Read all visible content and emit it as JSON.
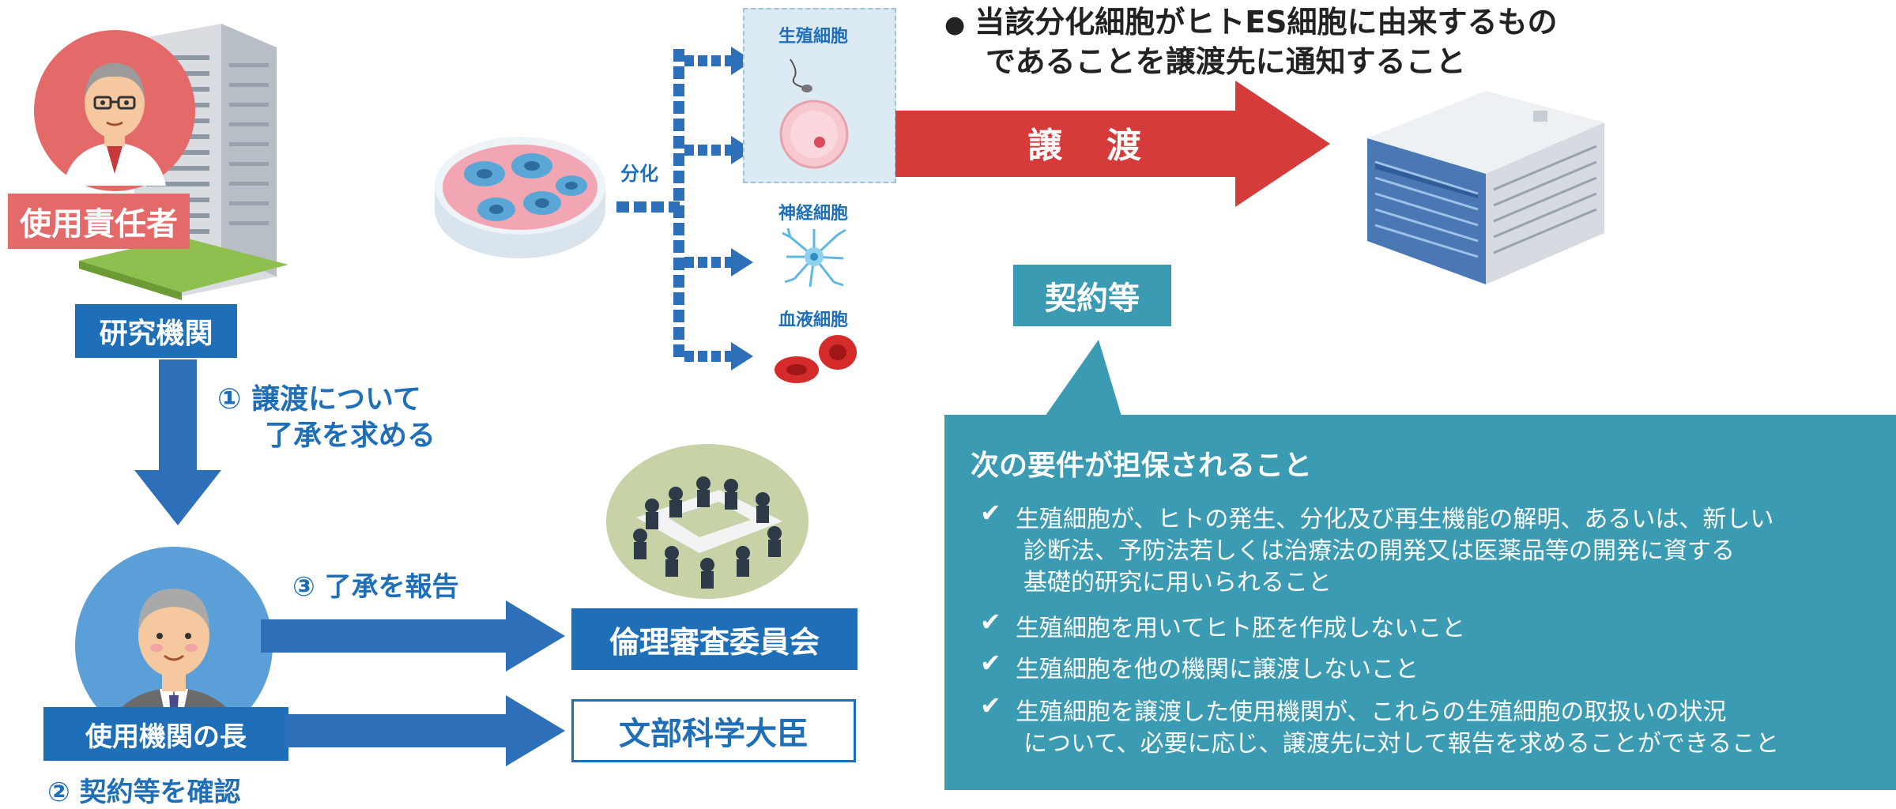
{
  "top_note": {
    "line1": "当該分化細胞がヒトES細胞に由来するもの",
    "line2": "であることを譲渡先に通知すること"
  },
  "left": {
    "user_responsible": "使用責任者",
    "research_institution": "研究機関",
    "step1_line1": "① 譲渡について",
    "step1_line2": "了承を求める",
    "step3": "③ 了承を報告",
    "head_of_institution": "使用機関の長",
    "step2": "② 契約等を確認"
  },
  "center": {
    "differentiation": "分化",
    "germ_cell": "生殖細胞",
    "nerve_cell": "神経細胞",
    "blood_cell": "血液細胞",
    "ethics_committee": "倫理審査委員会",
    "minister": "文部科学大臣"
  },
  "right": {
    "transfer": "譲　渡",
    "contract": "契約等",
    "req_title": "次の要件が担保されること",
    "req1_l1": "生殖細胞が、ヒトの発生、分化及び再生機能の解明、あるいは、新しい",
    "req1_l2": "診断法、予防法若しくは治療法の開発又は医薬品等の開発に資する",
    "req1_l3": "基礎的研究に用いられること",
    "req2": "生殖細胞を用いてヒト胚を作成しないこと",
    "req3": "生殖細胞を他の機関に譲渡しないこと",
    "req4_l1": "生殖細胞を譲渡した使用機関が、これらの生殖細胞の取扱いの状況",
    "req4_l2": "について、必要に応じ、譲渡先に対して報告を求めることができること"
  },
  "colors": {
    "blue": "#1f6fb8",
    "teal": "#3a9bb3",
    "red": "#d63b3b"
  }
}
